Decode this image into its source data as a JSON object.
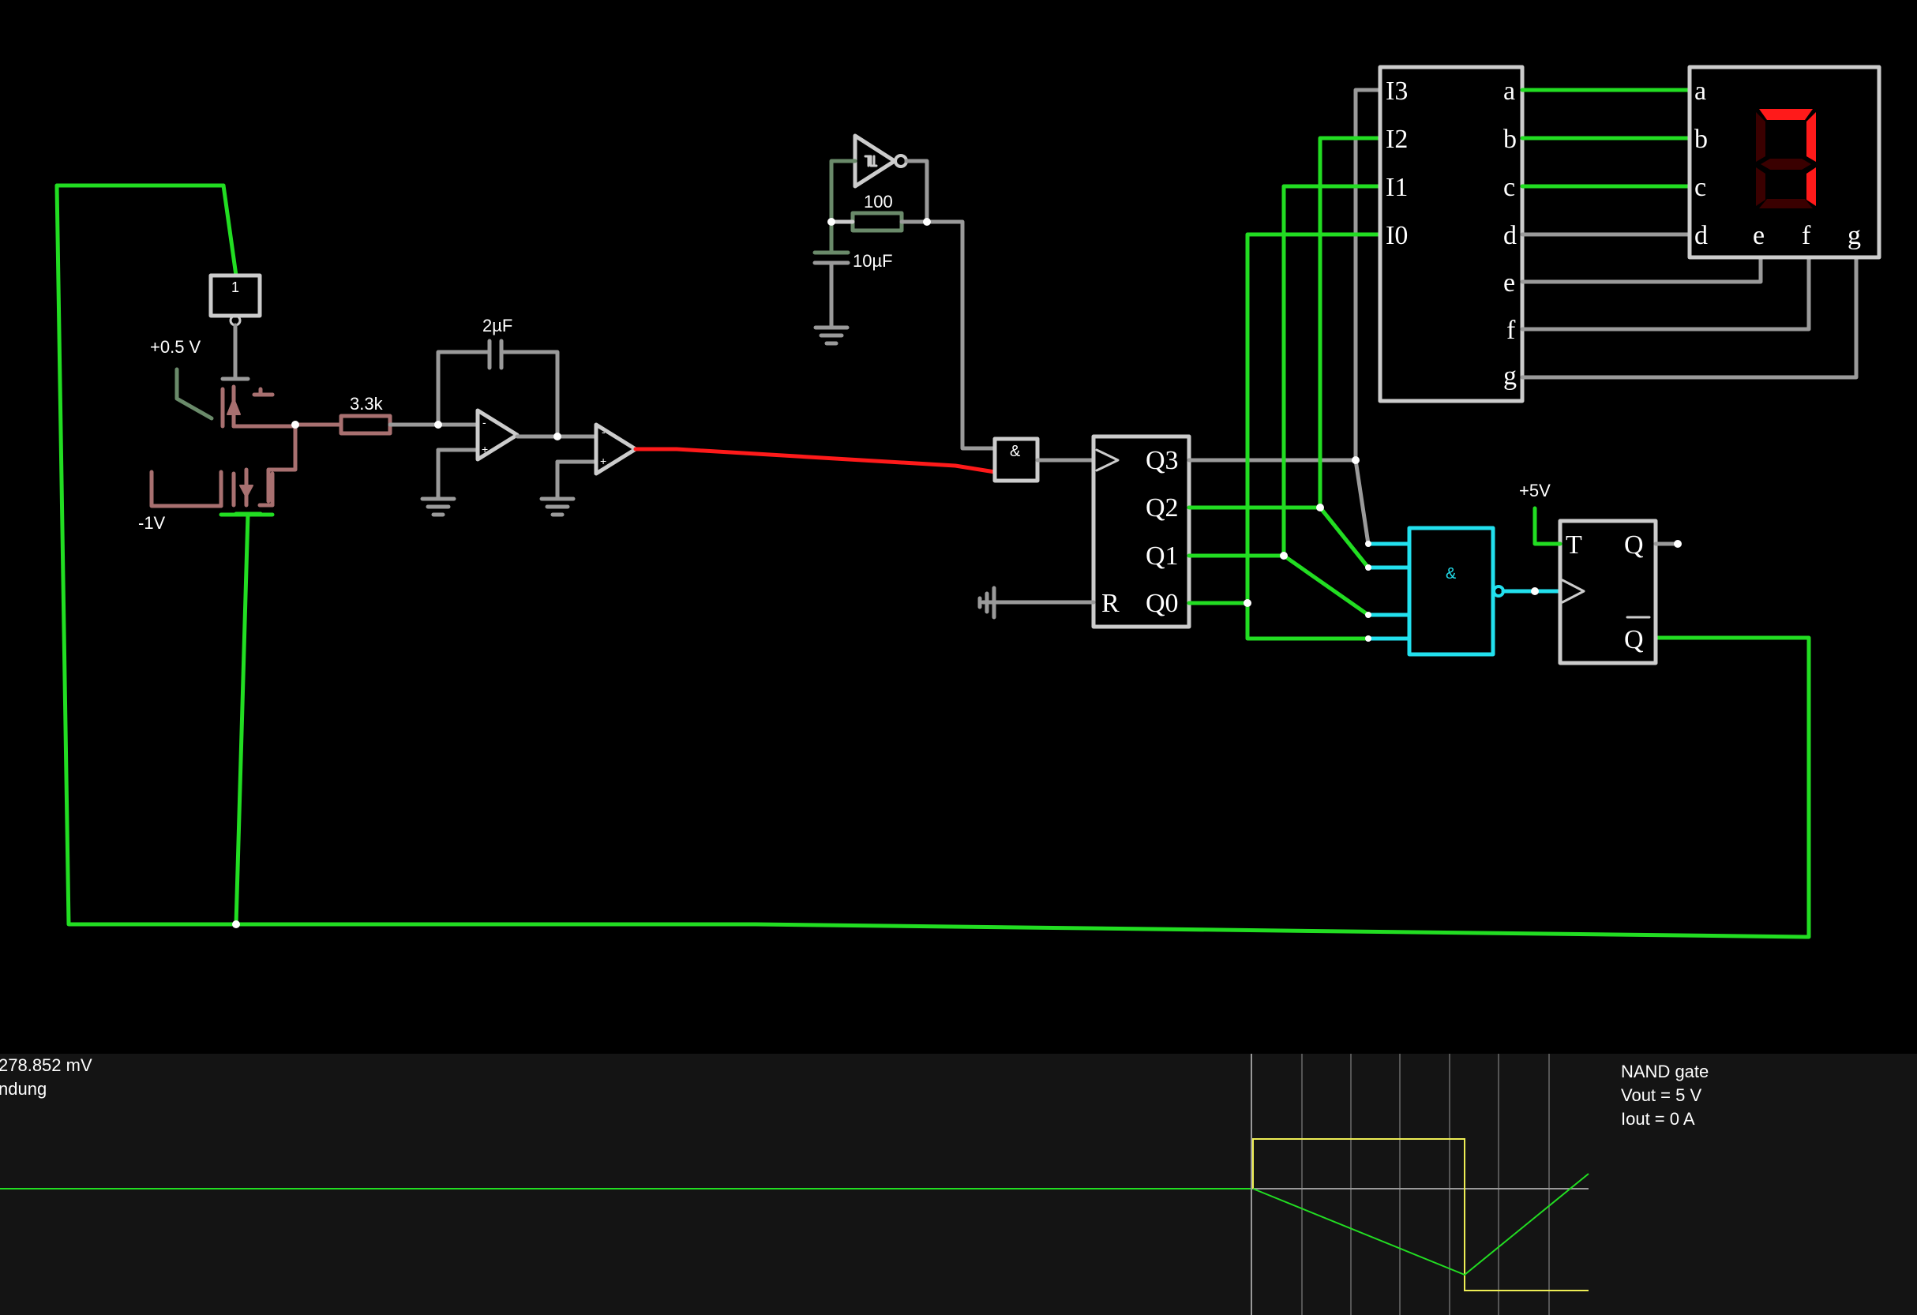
{
  "colors": {
    "background": "#000000",
    "wire_high": "#22dd22",
    "wire_gray": "#9a9a9a",
    "wire_low": "#ff1a1a",
    "wire_neg": "#a87070",
    "wire_dim": "#6a8a6a",
    "selected": "#22e0ee",
    "segment_on": "#ff1a1a",
    "segment_off": "#3a0000",
    "scope_panel": "#141414",
    "trace_green": "#22dd22",
    "trace_yellow": "#eeee55"
  },
  "labels": {
    "plus_half_volt": "+0.5 V",
    "minus_one_volt": "-1V",
    "inverter_one": "1",
    "r_3k3": "3.3k",
    "c_2uf": "2µF",
    "r_100": "100",
    "c_10uf": "10µF",
    "and_symbol": "&",
    "plus_five": "+5V",
    "opamp_minus": "-",
    "opamp_plus": "+"
  },
  "counter": {
    "outputs": [
      "Q3",
      "Q2",
      "Q1",
      "Q0"
    ],
    "reset": "R"
  },
  "decoder": {
    "inputs": [
      "I3",
      "I2",
      "I1",
      "I0"
    ],
    "outputs": [
      "a",
      "b",
      "c",
      "d",
      "e",
      "f",
      "g"
    ]
  },
  "display": {
    "pins": [
      "a",
      "b",
      "c",
      "d",
      "e",
      "f",
      "g"
    ],
    "digit": "7"
  },
  "tflipflop": {
    "t": "T",
    "q": "Q",
    "qbar": "Q"
  },
  "scope": {
    "left_value": "278.852 mV",
    "left_label": "ndung",
    "info_title": "NAND gate",
    "info_vout": "Vout = 5 V",
    "info_iout": "Iout = 0 A"
  }
}
